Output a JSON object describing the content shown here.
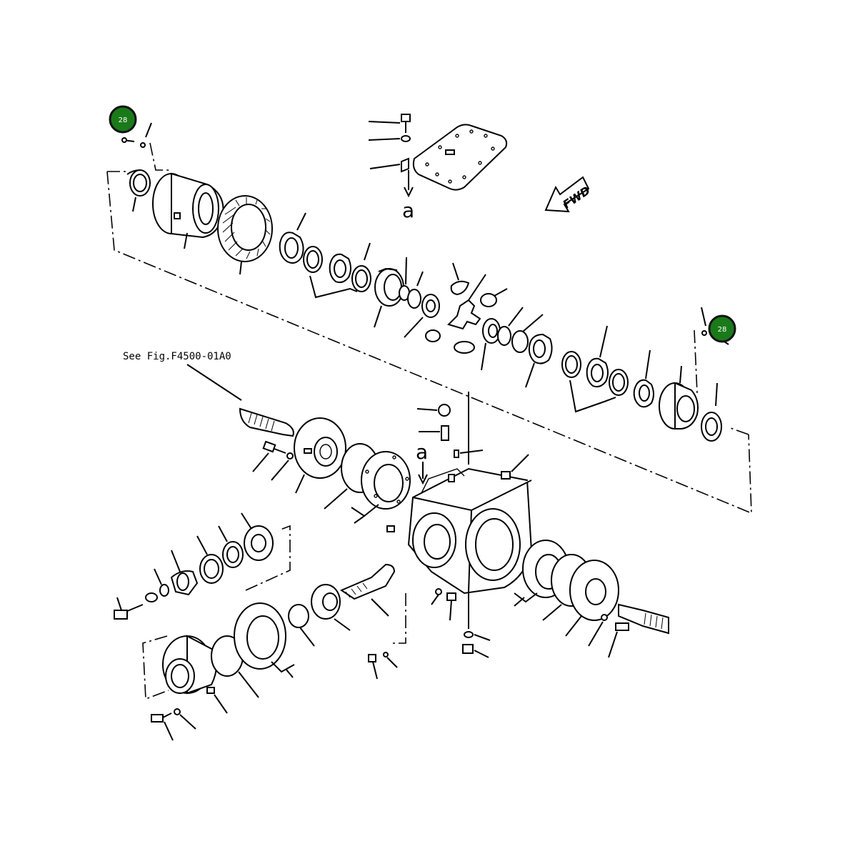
{
  "figure": {
    "reference_text": "See Fig.F4500-01A0",
    "section_marker_top": "a",
    "section_marker_lower": "a",
    "direction_label": "FWD"
  },
  "callouts": [
    {
      "label": "28",
      "color": "#1a7a1a",
      "border": "#111111"
    },
    {
      "label": "28",
      "color": "#1a7a1a",
      "border": "#111111"
    }
  ]
}
